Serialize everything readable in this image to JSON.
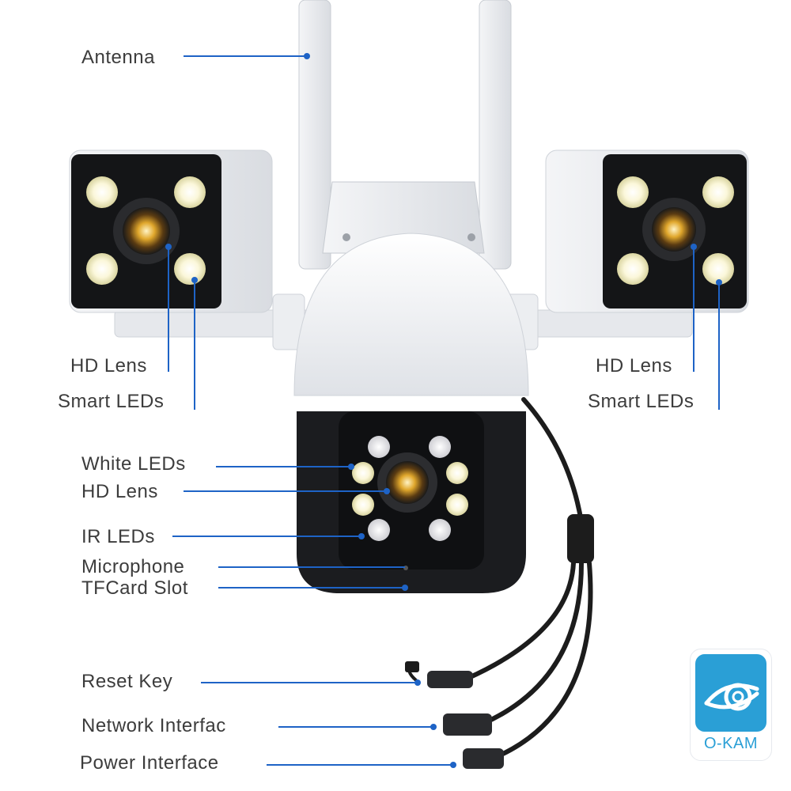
{
  "colors": {
    "label_text": "#3c3c3c",
    "leader_line": "#1e63c6",
    "camera_white": "#eef0f3",
    "camera_black": "#17181a",
    "lens_gold": "#d9a32b",
    "cable": "#1c1c1c",
    "brand": "#2a9fd6"
  },
  "labels": {
    "antenna": "Antenna",
    "left_hd_lens": "HD Lens",
    "left_smart_leds": "Smart LEDs",
    "right_hd_lens": "HD Lens",
    "right_smart_leds": "Smart LEDs",
    "white_leds": "White LEDs",
    "center_hd_lens": "HD Lens",
    "ir_leds": "IR LEDs",
    "microphone": "Microphone",
    "tfcard_slot": "TFCard Slot",
    "reset_key": "Reset Key",
    "network_interface": "Network Interfac",
    "power_interface": "Power Interface"
  },
  "brand": {
    "name": "O-KAM",
    "logo_icon": "eye-logo-icon"
  }
}
